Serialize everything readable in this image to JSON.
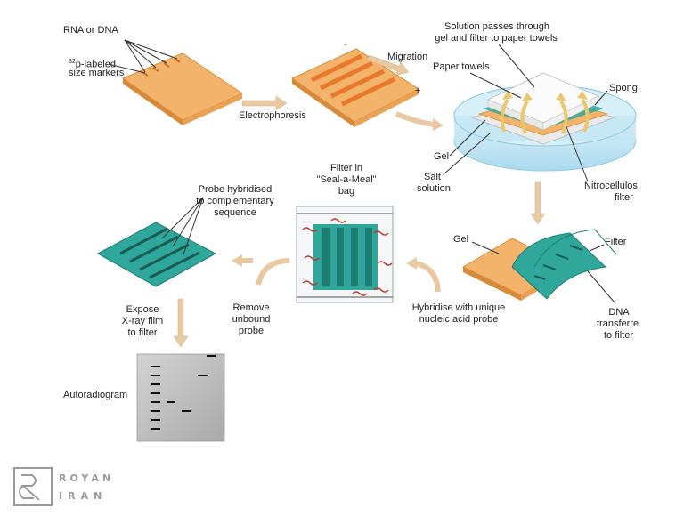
{
  "labels": {
    "rna_dna": "RNA or DNA",
    "p32_sup": "32",
    "p32_rest": "p-labeled",
    "size_markers": "size markers",
    "electrophoresis": "Electrophoresis",
    "minus": "-",
    "plus": "+",
    "migration": "Migration",
    "solution_line1": "Solution passes through",
    "solution_line2": "gel and filter to paper towels",
    "paper_towels": "Paper towels",
    "sponge": "Spong",
    "gel_top": "Gel",
    "salt_line1": "Salt",
    "salt_line2": "solution",
    "nitro_line1": "Nitrocellulos",
    "nitro_line2": "filter",
    "bag_line1": "Filter in",
    "bag_line2": "\"Seal-a-Meal\"",
    "bag_line3": "bag",
    "probe_line1": "Probe hybridised",
    "probe_line2": "to complementary",
    "probe_line3": "sequence",
    "gel_mid": "Gel",
    "filter": "Filter",
    "dna_line1": "DNA",
    "dna_line2": "transferre",
    "dna_line3": "to filter",
    "hyb_line1": "Hybridise with unique",
    "hyb_line2": "nucleic acid probe",
    "remove_line1": "Remove",
    "remove_line2": "unbound",
    "remove_line3": "probe",
    "expose_line1": "Expose",
    "expose_line2": "X-ray film",
    "expose_line3": "to filter",
    "autoradiogram": "Autoradiogram"
  },
  "logo": {
    "line1": "ROYAN",
    "line2": "IRAN"
  },
  "colors": {
    "gel_orange": "#f3b36a",
    "band_orange": "#e8792a",
    "filter_teal": "#2fa79a",
    "arrow_tan": "#e8c9a3",
    "dish_blue": "#bfe3f2",
    "film_gray": "#bdbdbd"
  }
}
